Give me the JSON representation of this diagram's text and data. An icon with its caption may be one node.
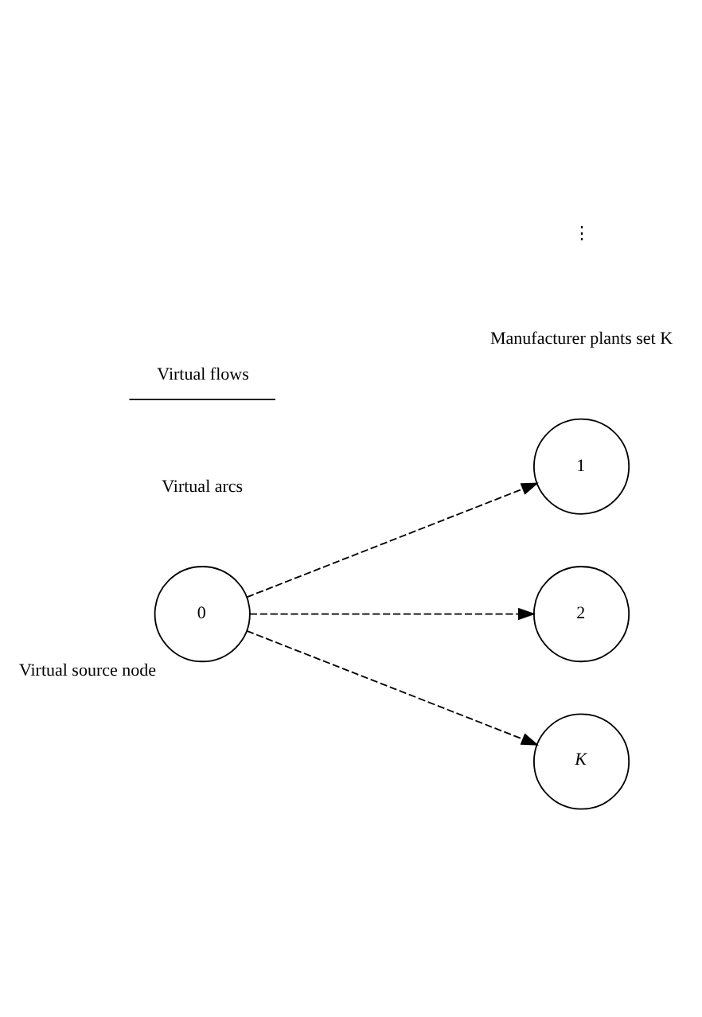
{
  "diagram": {
    "nodes": [
      {
        "text": [
          "0"
        ],
        "beside": [
          "Virtual source node"
        ]
      },
      {
        "text": [
          "1"
        ]
      },
      {
        "text": [
          "2"
        ]
      },
      {
        "text": [
          "K"
        ]
      }
    ],
    "edges": [
      {
        "from": 0,
        "to": 1,
        "arrow": "to",
        "style": "dashed"
      },
      {
        "from": 0,
        "to": 2,
        "arrow": "to",
        "style": "dashed"
      },
      {
        "from": 0,
        "to": 3,
        "arrow": "to",
        "style": "dashed"
      }
    ],
    "labels": [
      "Manufacturer plants set K",
      "Virtual arcs",
      "⋮"
    ],
    "legend": [
      {
        "text": "Virtual flows"
      }
    ]
  }
}
